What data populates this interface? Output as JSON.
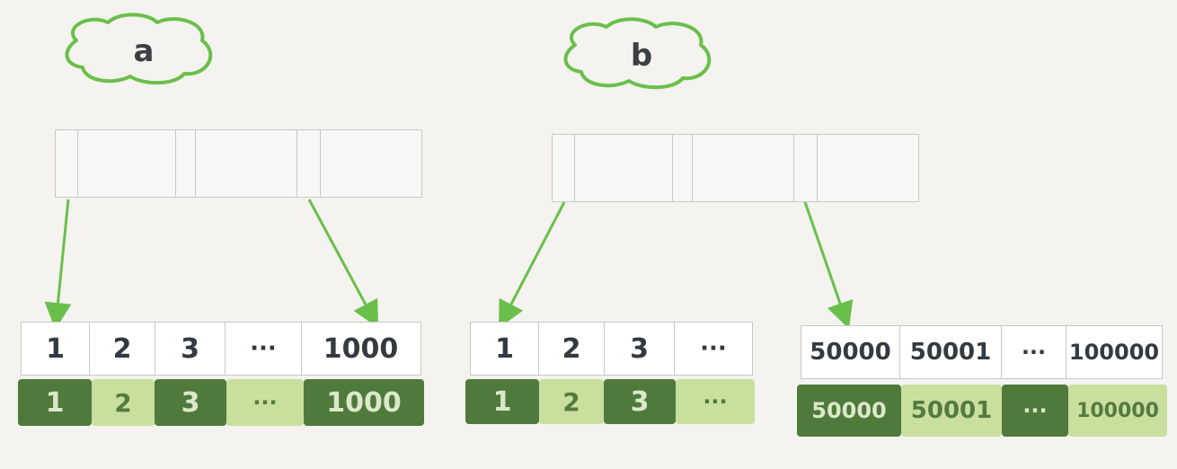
{
  "clouds": [
    {
      "label": "a",
      "stroke": "#6abf4b"
    },
    {
      "label": "b",
      "stroke": "#6abf4b"
    }
  ],
  "tree_a": {
    "top": [
      "1",
      "2",
      "3",
      "···",
      "1000"
    ],
    "bottom": [
      "1",
      "2",
      "3",
      "···",
      "1000"
    ]
  },
  "tree_b": {
    "left_top": [
      "1",
      "2",
      "3",
      "···"
    ],
    "left_bottom": [
      "1",
      "2",
      "3",
      "···"
    ],
    "right_top": [
      "50000",
      "50001",
      "···",
      "100000"
    ],
    "right_bottom": [
      "50000",
      "50001",
      "···",
      "100000"
    ]
  },
  "colors": {
    "arrow": "#6abf4b",
    "dark_fill": "#4f7a3c",
    "light_fill": "#c9df9e",
    "box_border": "#c8c8c8"
  }
}
